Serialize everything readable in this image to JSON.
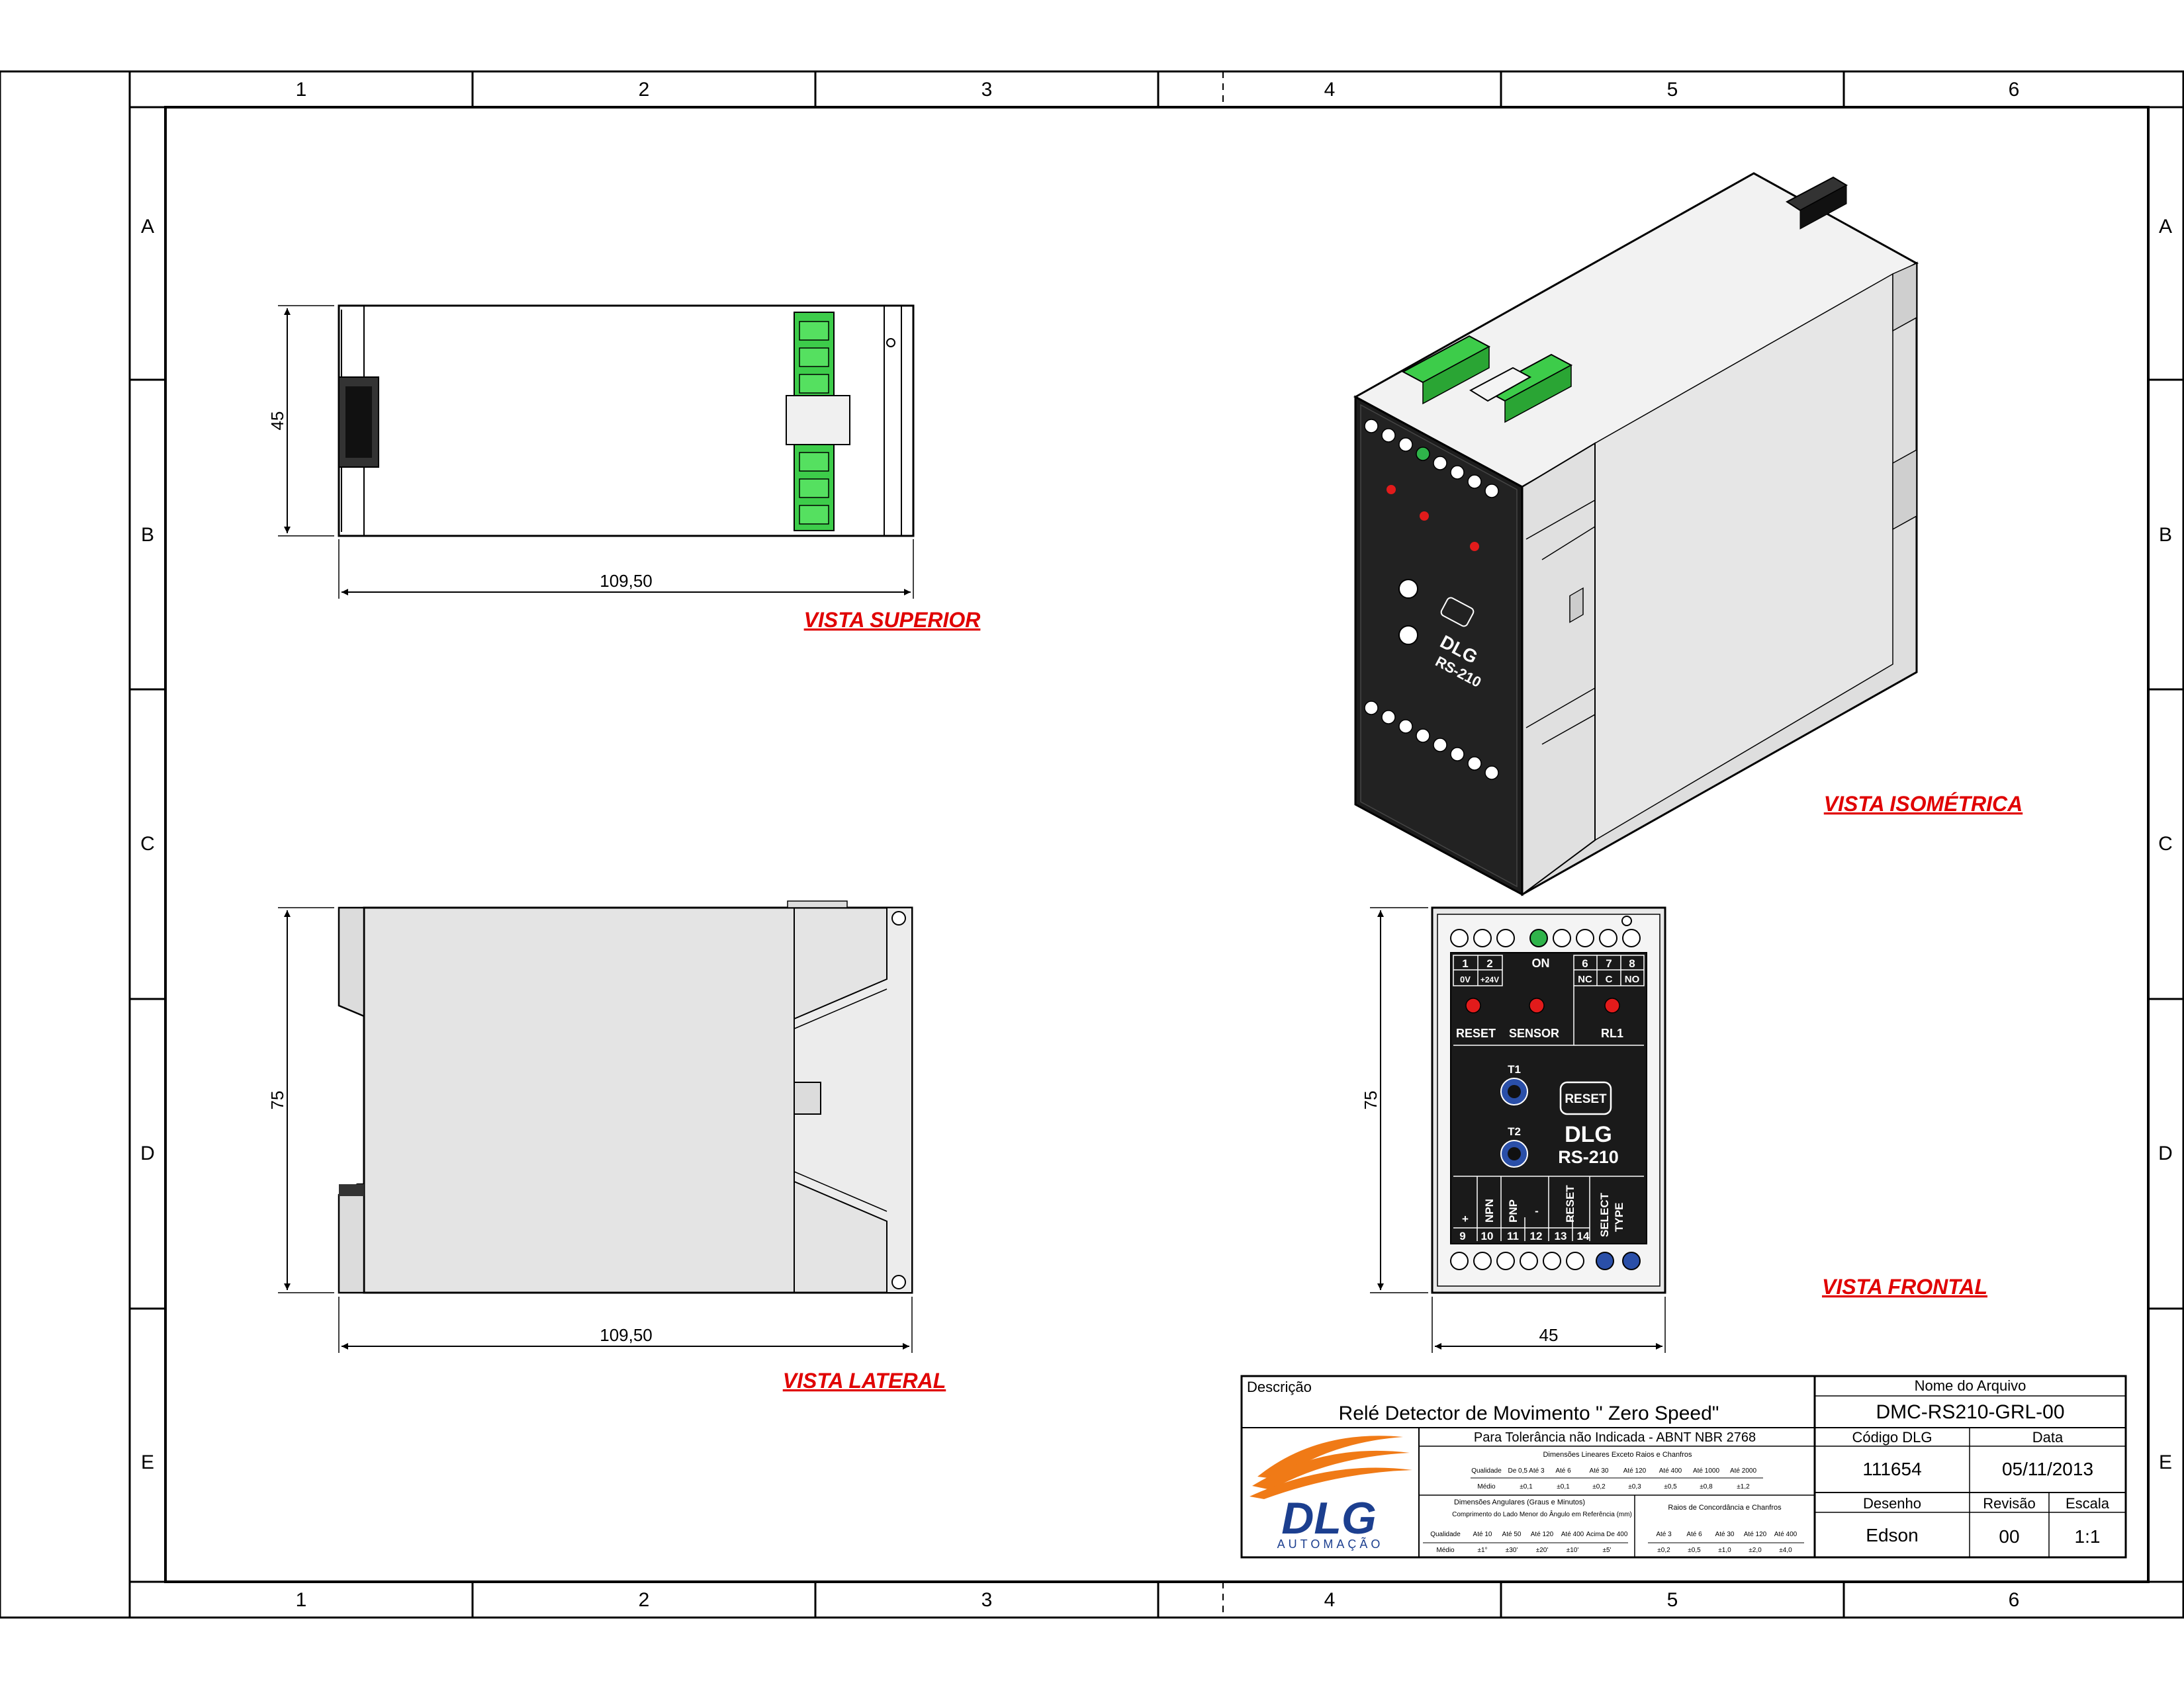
{
  "frame": {
    "columns": [
      "1",
      "2",
      "3",
      "4",
      "5",
      "6"
    ],
    "rows": [
      "A",
      "B",
      "C",
      "D",
      "E"
    ]
  },
  "views": {
    "top": {
      "label": "VISTA SUPERIOR",
      "width_dim": "109,50",
      "height_dim": "45"
    },
    "side": {
      "label": "VISTA LATERAL",
      "width_dim": "109,50",
      "height_dim": "75"
    },
    "iso": {
      "label": "VISTA ISOMÉTRICA"
    },
    "front": {
      "label": "VISTA FRONTAL",
      "width_dim": "45",
      "height_dim": "75"
    }
  },
  "device": {
    "brand": "DLG",
    "model": "RS-210",
    "on_label": "ON",
    "reset_label": "RESET",
    "sensor_label": "SENSOR",
    "rl1_label": "RL1",
    "t1_label": "T1",
    "t2_label": "T2",
    "reset_button": "RESET",
    "top_terminals": [
      "1",
      "2",
      "6",
      "7",
      "8"
    ],
    "top_terminal_sub": [
      "0V",
      "+24V",
      "NC",
      "C",
      "NO"
    ],
    "bottom_terminals": [
      "9",
      "10",
      "11",
      "12",
      "13",
      "14"
    ],
    "bottom_labels": {
      "plus": "+",
      "npn": "NPN",
      "pnp": "PNP",
      "minus": "-",
      "reset": "RESET",
      "select": "SELECT",
      "type": "TYPE"
    },
    "colors": {
      "body": "#e8e8e8",
      "panel": "#1a1a1a",
      "terminal": "#3dcc4a",
      "led_red": "#e21b1b",
      "led_green": "#2fb34a",
      "knob": "#2a4fa8"
    }
  },
  "title_block": {
    "descricao_label": "Descrição",
    "descricao": "Relé Detector de Movimento \" Zero Speed\"",
    "tolerancia": "Para Tolerância não Indicada - ABNT NBR 2768",
    "linear_header": "Dimensões Lineares Exceto Raios e Chanfros",
    "linear_row1": [
      "Qualidade",
      "De 0,5 Até 3",
      "Até 6",
      "Até 30",
      "Até 120",
      "Até 400",
      "Até 1000",
      "Até 2000"
    ],
    "linear_row2": [
      "Médio",
      "±0,1",
      "±0,1",
      "±0,2",
      "±0,3",
      "±0,5",
      "±0,8",
      "±1,2"
    ],
    "angular_header": "Dimensões Angulares (Graus e Minutos)",
    "angular_sub": "Comprimento do Lado Menor do Ângulo em Referência (mm)",
    "angular_row1": [
      "Qualidade",
      "Até 10",
      "Até 50",
      "Até 120",
      "Até 400",
      "Acima De 400"
    ],
    "angular_row2": [
      "Médio",
      "±1°",
      "±30'",
      "±20'",
      "±10'",
      "±5'"
    ],
    "raios_header": "Raios de Concordância e Chanfros",
    "raios_row1": [
      "Até 3",
      "Até 6",
      "Até 30",
      "Até 120",
      "Até 400"
    ],
    "raios_row2": [
      "±0,2",
      "±0,5",
      "±1,0",
      "±2,0",
      "±4,0"
    ],
    "logo_text": "DLG",
    "logo_sub": "AUTOMAÇÃO",
    "nome_arquivo_label": "Nome do Arquivo",
    "nome_arquivo": "DMC-RS210-GRL-00",
    "codigo_label": "Código DLG",
    "codigo": "111654",
    "data_label": "Data",
    "data": "05/11/2013",
    "desenho_label": "Desenho",
    "desenho": "Edson",
    "revisao_label": "Revisão",
    "revisao": "00",
    "escala_label": "Escala",
    "escala": "1:1",
    "colors": {
      "logo_blue": "#1c3f8f",
      "logo_orange": "#f07a16"
    }
  }
}
